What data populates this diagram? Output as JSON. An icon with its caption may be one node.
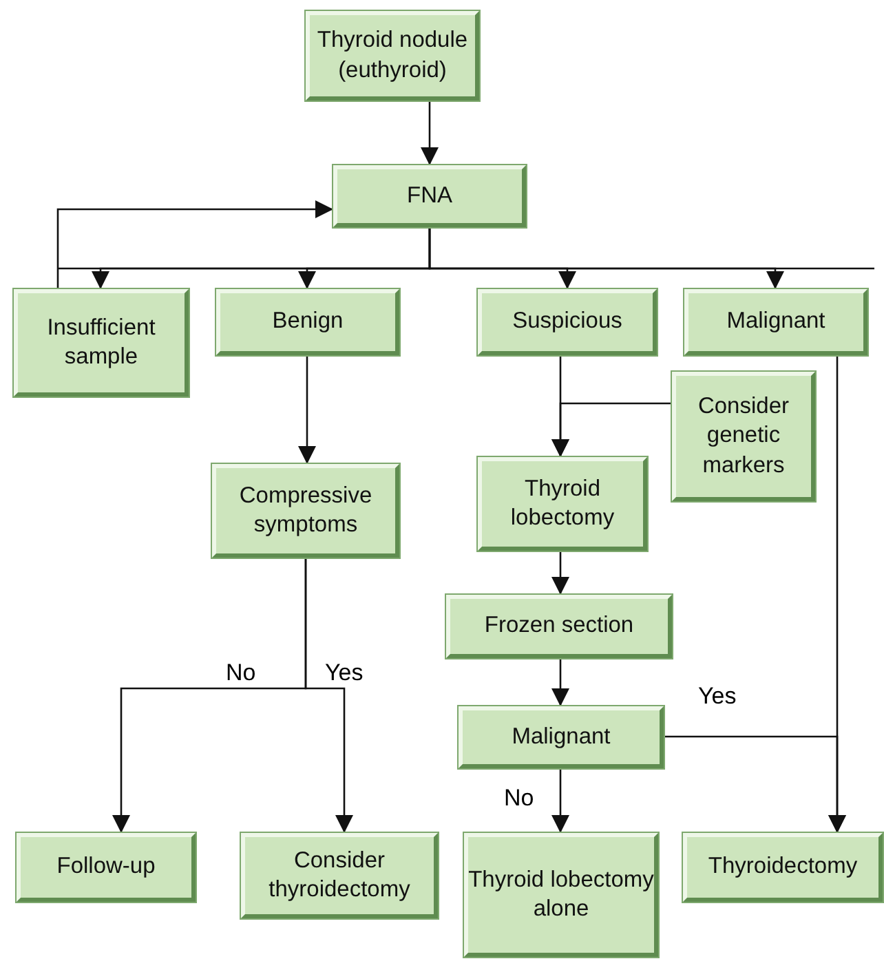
{
  "diagram": {
    "nodes": [
      {
        "text": [
          "Thyroid nodule (euthyroid)"
        ]
      },
      {
        "text": [
          "FNA"
        ]
      },
      {
        "text": [
          "Insufficient sample"
        ]
      },
      {
        "text": [
          "Benign"
        ]
      },
      {
        "text": [
          "Suspicious"
        ]
      },
      {
        "text": [
          "Malignant"
        ]
      },
      {
        "text": [
          "Consider genetic markers"
        ]
      },
      {
        "text": [
          "Compressive symptoms"
        ]
      },
      {
        "text": [
          "Thyroid lobectomy"
        ]
      },
      {
        "text": [
          "Frozen section"
        ]
      },
      {
        "text": [
          "Malignant"
        ]
      },
      {
        "text": [
          "Follow-up"
        ]
      },
      {
        "text": [
          "Consider thyroidectomy"
        ]
      },
      {
        "text": [
          "Thyroid lobectomy alone"
        ]
      },
      {
        "text": [
          "Thyroidectomy"
        ]
      }
    ],
    "edges": [
      {
        "from": 0,
        "to": 1,
        "arrow": "to"
      },
      {
        "from": 2,
        "to": 1,
        "arrow": "to"
      },
      {
        "from": 1,
        "to": 2,
        "arrow": "to"
      },
      {
        "from": 1,
        "to": 3,
        "arrow": "to"
      },
      {
        "from": 1,
        "to": 4,
        "arrow": "to"
      },
      {
        "from": 1,
        "to": 5,
        "arrow": "to"
      },
      {
        "from": 3,
        "to": 7,
        "arrow": "to"
      },
      {
        "from": 4,
        "to": 8,
        "arrow": "to"
      },
      {
        "from": 6,
        "to": 8,
        "arrow": "to"
      },
      {
        "from": 7,
        "to": 11,
        "arrow": "to",
        "label": "No"
      },
      {
        "from": 7,
        "to": 12,
        "arrow": "to",
        "label": "Yes"
      },
      {
        "from": 8,
        "to": 9,
        "arrow": "to"
      },
      {
        "from": 9,
        "to": 10,
        "arrow": "to"
      },
      {
        "from": 10,
        "to": 13,
        "arrow": "to",
        "label": "No"
      },
      {
        "from": 5,
        "to": 14,
        "arrow": "to"
      },
      {
        "from": 10,
        "to": 14,
        "arrow": "to",
        "label": "Yes"
      }
    ]
  }
}
